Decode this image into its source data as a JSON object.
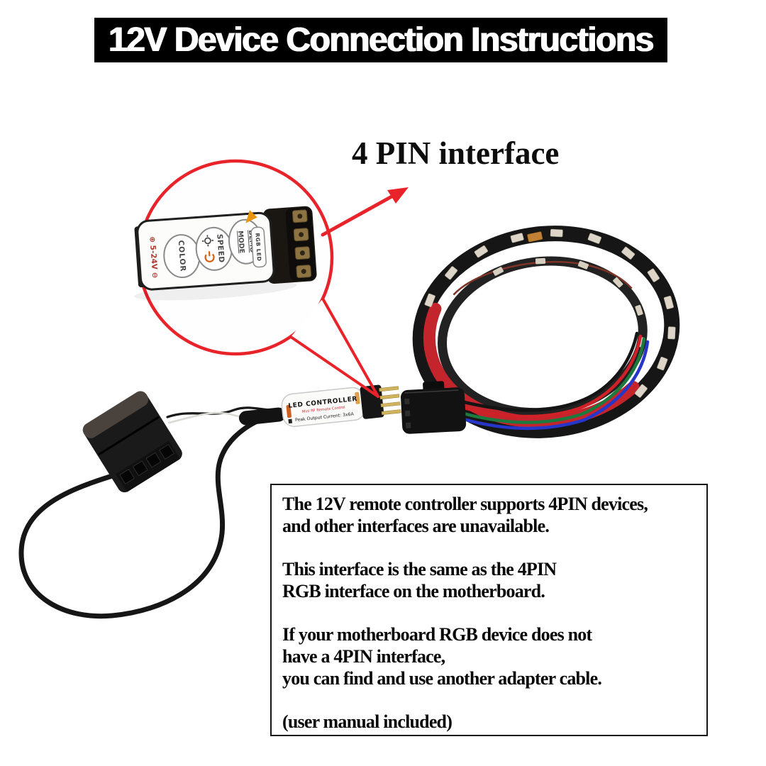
{
  "banner": {
    "title": "12V Device Connection Instructions",
    "bg": "#000000",
    "fg": "#ffffff"
  },
  "callout": {
    "label": "4 PIN interface",
    "arrow_color": "#e8232a"
  },
  "remote": {
    "voltage": "⊕ 5-24V ⊖",
    "color_button": "COLOR",
    "speed_button": "SPEED",
    "mode_button": "MODE",
    "demo_button": "DEMO",
    "rgb_led_label": "RGB LED"
  },
  "controller": {
    "title": "LED CONTROLLER",
    "subtitle": "Mini RF Remote Control",
    "spec": "Peak Output Current: 3x6A"
  },
  "instructions": {
    "para1": "The 12V remote controller supports 4PIN devices,\nand other interfaces are unavailable.",
    "para2": "This interface is the same as the 4PIN\nRGB interface on the motherboard.",
    "para3": "If your motherboard RGB device does not\nhave a 4PIN interface,\nyou can find and use another adapter cable.",
    "para4": "(user manual included)"
  },
  "colors": {
    "annotation_red": "#e8232a",
    "strip_backing_red": "#c4252c",
    "wire_black": "#141414",
    "wire_red": "#cf2127",
    "wire_green": "#1d7a3f",
    "wire_blue": "#2636c9",
    "pin_gold": "#cfb35f"
  }
}
